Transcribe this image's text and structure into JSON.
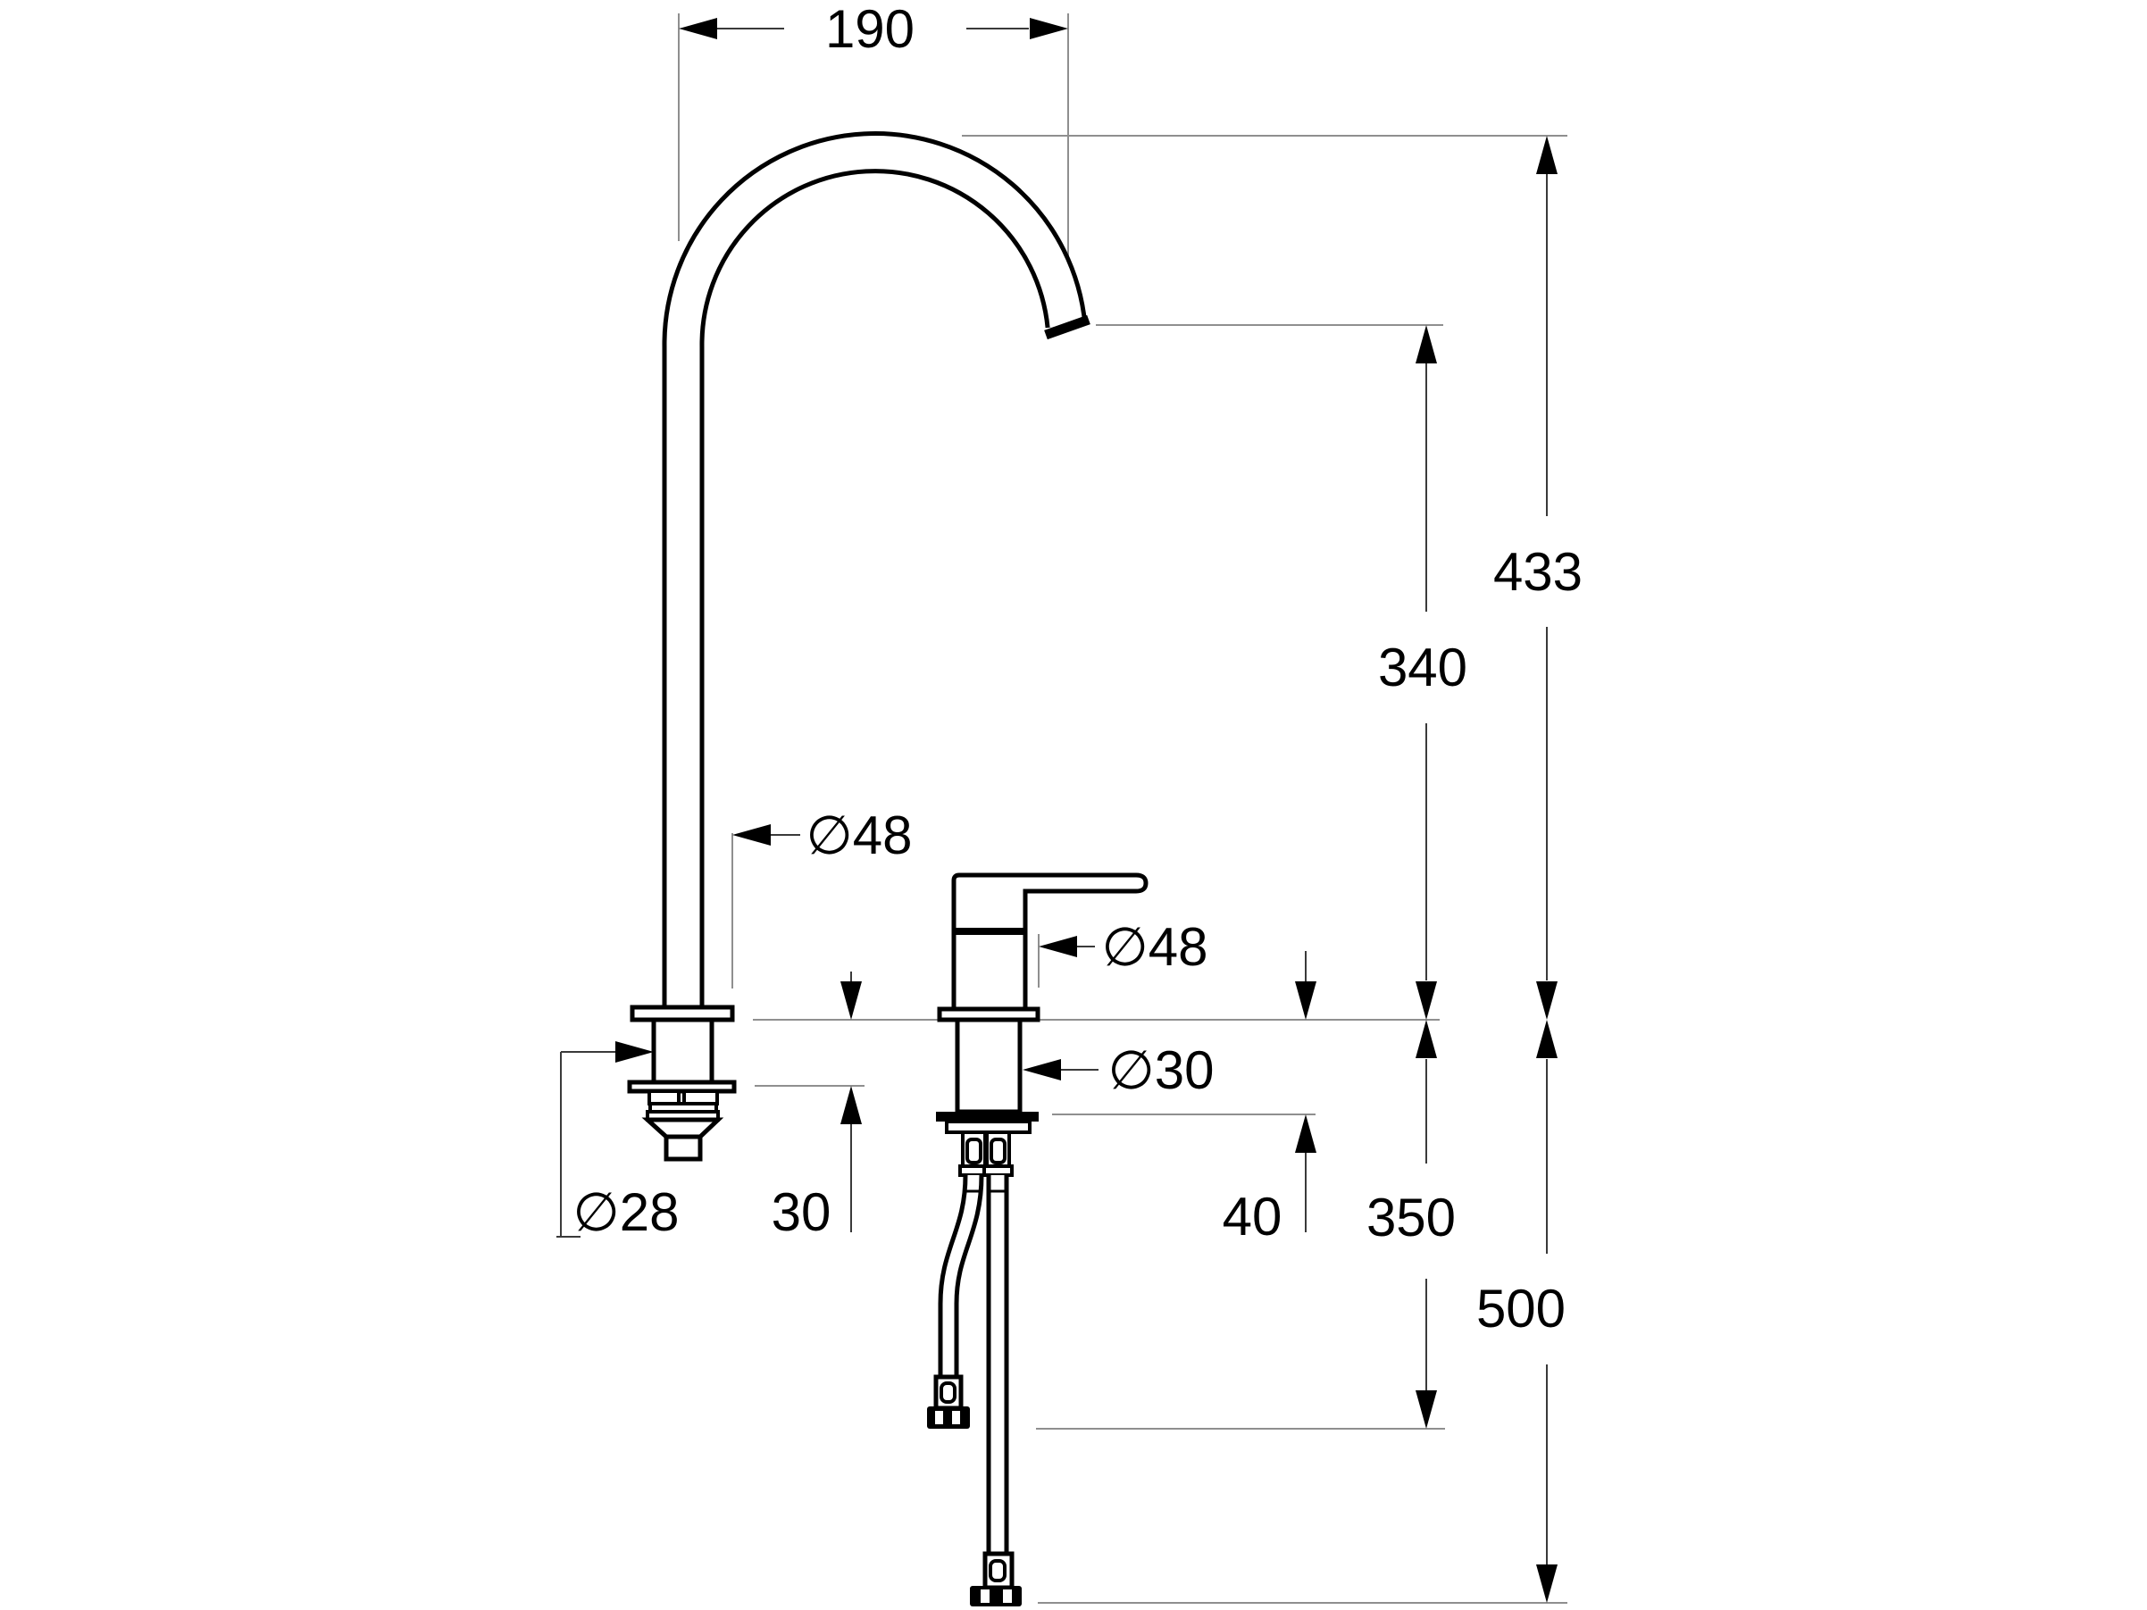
{
  "page": {
    "background": "#ffffff",
    "description": "technical dimension drawing of a two-hole kitchen mixer tap with high arc swivel spout and single-lever control"
  },
  "dimensions": {
    "spout_reach": "190",
    "height_total": "433",
    "height_outlet": "340",
    "spout_base_diameter": "∅48",
    "mixer_base_diameter": "∅48",
    "mixer_shank_diameter": "∅30",
    "spout_shank_diameter": "∅28",
    "deck_thickness": "30",
    "undercounter_depth": "40",
    "hose_short_length": "350",
    "hose_long_length": "500"
  },
  "colors": {
    "outline": "#000000",
    "dimension_line": "#3a3a3a",
    "reference_line": "#8f8f8f",
    "text": "#000000",
    "background": "#ffffff"
  }
}
